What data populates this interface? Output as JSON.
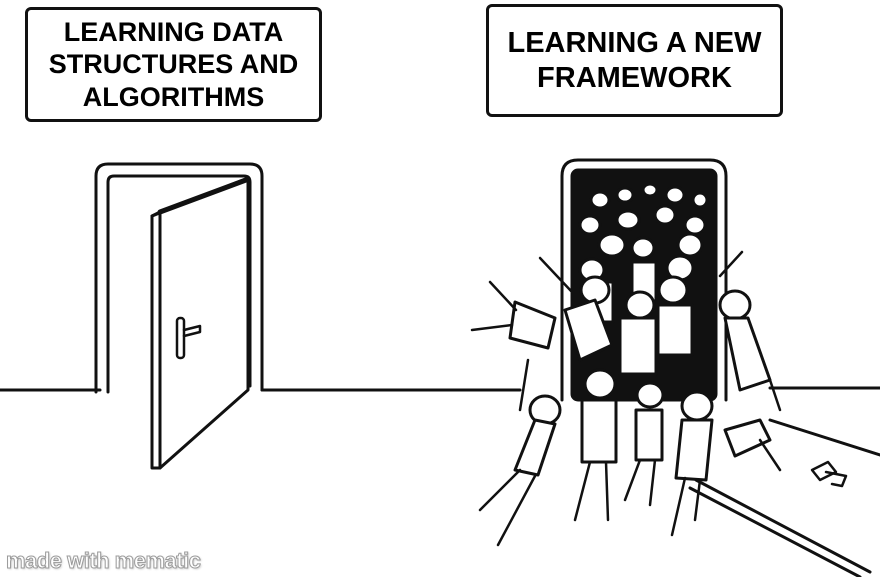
{
  "meme": {
    "left_panel": {
      "label": [
        "LEARNING DATA",
        "STRUCTURES AND",
        "ALGORITHMS"
      ],
      "scene": "empty open door"
    },
    "right_panel": {
      "label": [
        "LEARNING A NEW",
        "FRAMEWORK"
      ],
      "scene": "crowd of stick figures pushing through a door"
    },
    "watermark": "made with mematic",
    "colors": {
      "ink": "#111111",
      "background": "#ffffff",
      "watermark_outline": "#9a9a9a"
    }
  }
}
